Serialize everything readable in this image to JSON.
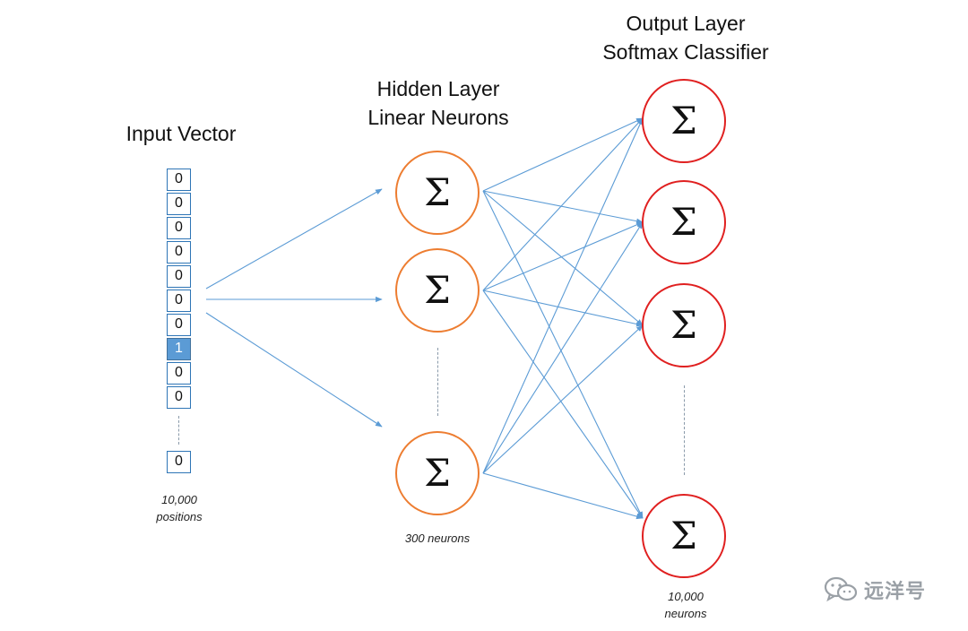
{
  "input": {
    "title": "Input Vector",
    "cells": [
      "0",
      "0",
      "0",
      "0",
      "0",
      "0",
      "0",
      "1",
      "0",
      "0"
    ],
    "active_index": 7,
    "last_cell": "0",
    "caption_line1": "10,000",
    "caption_line2": "positions"
  },
  "hidden": {
    "title_line1": "Hidden Layer",
    "title_line2": "Linear Neurons",
    "neuron_symbol": "Σ",
    "caption": "300 neurons"
  },
  "output": {
    "title_line1": "Output Layer",
    "title_line2": "Softmax Classifier",
    "neuron_symbol": "Σ",
    "caption_line1": "10,000",
    "caption_line2": "neurons"
  },
  "watermark": {
    "text": "远洋号",
    "icon": "wechat-icon"
  },
  "colors": {
    "connection": "#5b9bd5",
    "hidden_border": "#ed7d31",
    "output_border": "#e02020",
    "cell_border": "#2e75b6",
    "cell_active": "#5b9bd5"
  }
}
